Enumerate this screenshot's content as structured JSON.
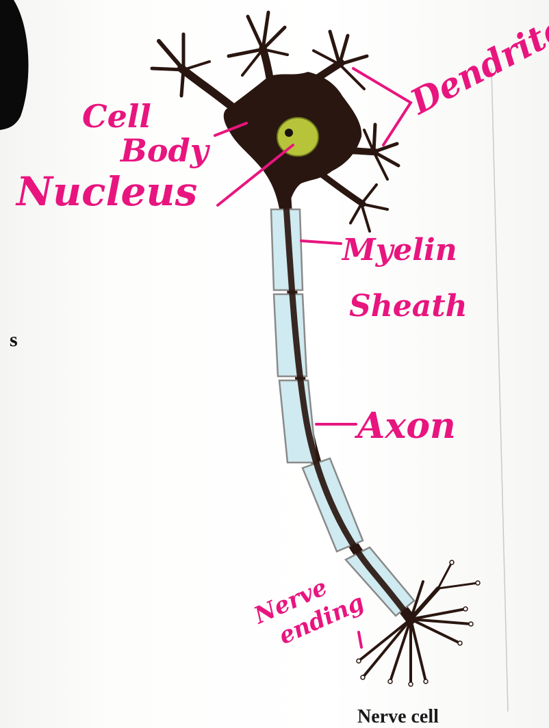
{
  "labels": {
    "dendrites": "Dendrites",
    "cell_body_line1": "Cell",
    "cell_body_line2": "Body",
    "nucleus": "Nucleus",
    "myelin_line1": "Myelin",
    "myelin_line2": "Sheath",
    "axon": "Axon",
    "nerve_ending_line1": "Nerve",
    "nerve_ending_line2": "ending"
  },
  "margin_text": "s",
  "caption": "Nerve cell",
  "colors": {
    "neuron": "#2a1610",
    "nucleus": "#b7c43a",
    "myelin": "#cfeaf0",
    "myelin_edge": "#8a8a8a",
    "annotation": "#e8157f"
  }
}
